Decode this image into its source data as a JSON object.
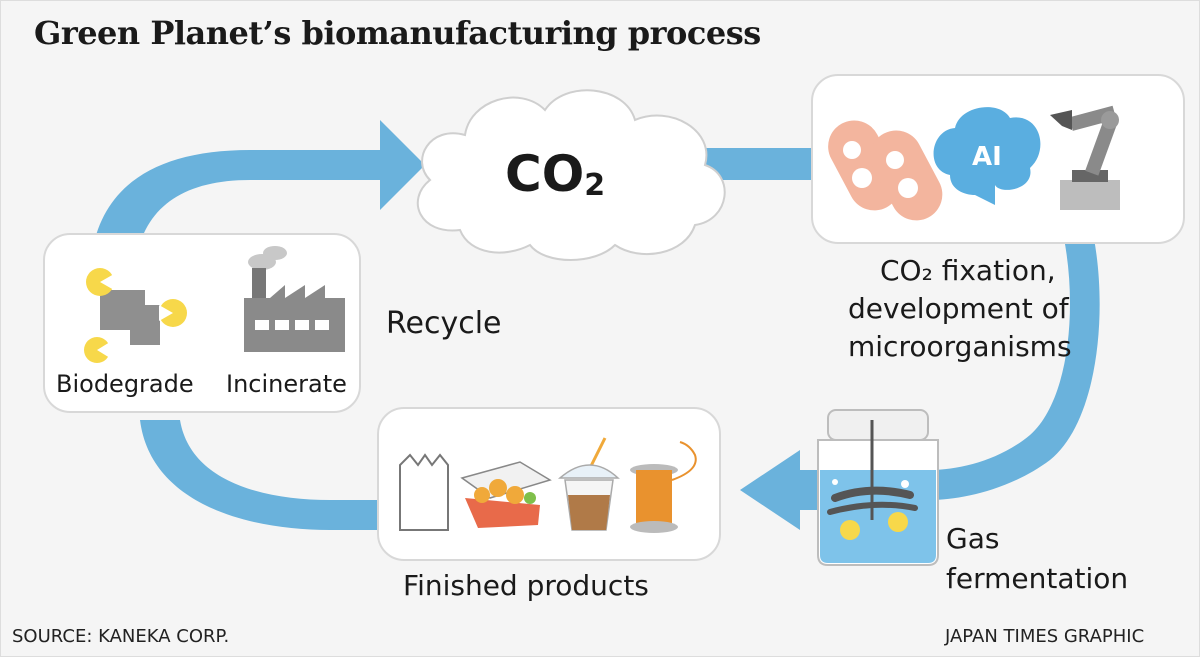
{
  "title": "Green Planet’s biomanufacturing process",
  "center": {
    "label": "CO",
    "sub": "2"
  },
  "boxes": {
    "disposal": {
      "left_label": "Biodegrade",
      "right_label": "Incinerate"
    },
    "fixation": {
      "ai_label": "AI"
    }
  },
  "labels": {
    "recycle": "Recycle",
    "fixation_line1": "CO₂ fixation,",
    "fixation_line2": "development of",
    "fixation_line3": "microorganisms",
    "fermentation_line1": "Gas",
    "fermentation_line2": "fermentation",
    "finished": "Finished products"
  },
  "footer": {
    "source": "SOURCE: KANEKA CORP.",
    "credit": "JAPAN TIMES GRAPHIC"
  },
  "colors": {
    "arrow": "#6ab2dc",
    "box_bg": "#ffffff",
    "water": "#7ec3ea",
    "yellow": "#f7d84a"
  },
  "icons": [
    "bacteria-icon",
    "factory-icon",
    "microorganism-icon",
    "brain-ai-icon",
    "robot-arm-icon",
    "fermenter-tank-icon",
    "plastic-bag-icon",
    "food-tray-icon",
    "cup-icon",
    "thread-spool-icon"
  ]
}
